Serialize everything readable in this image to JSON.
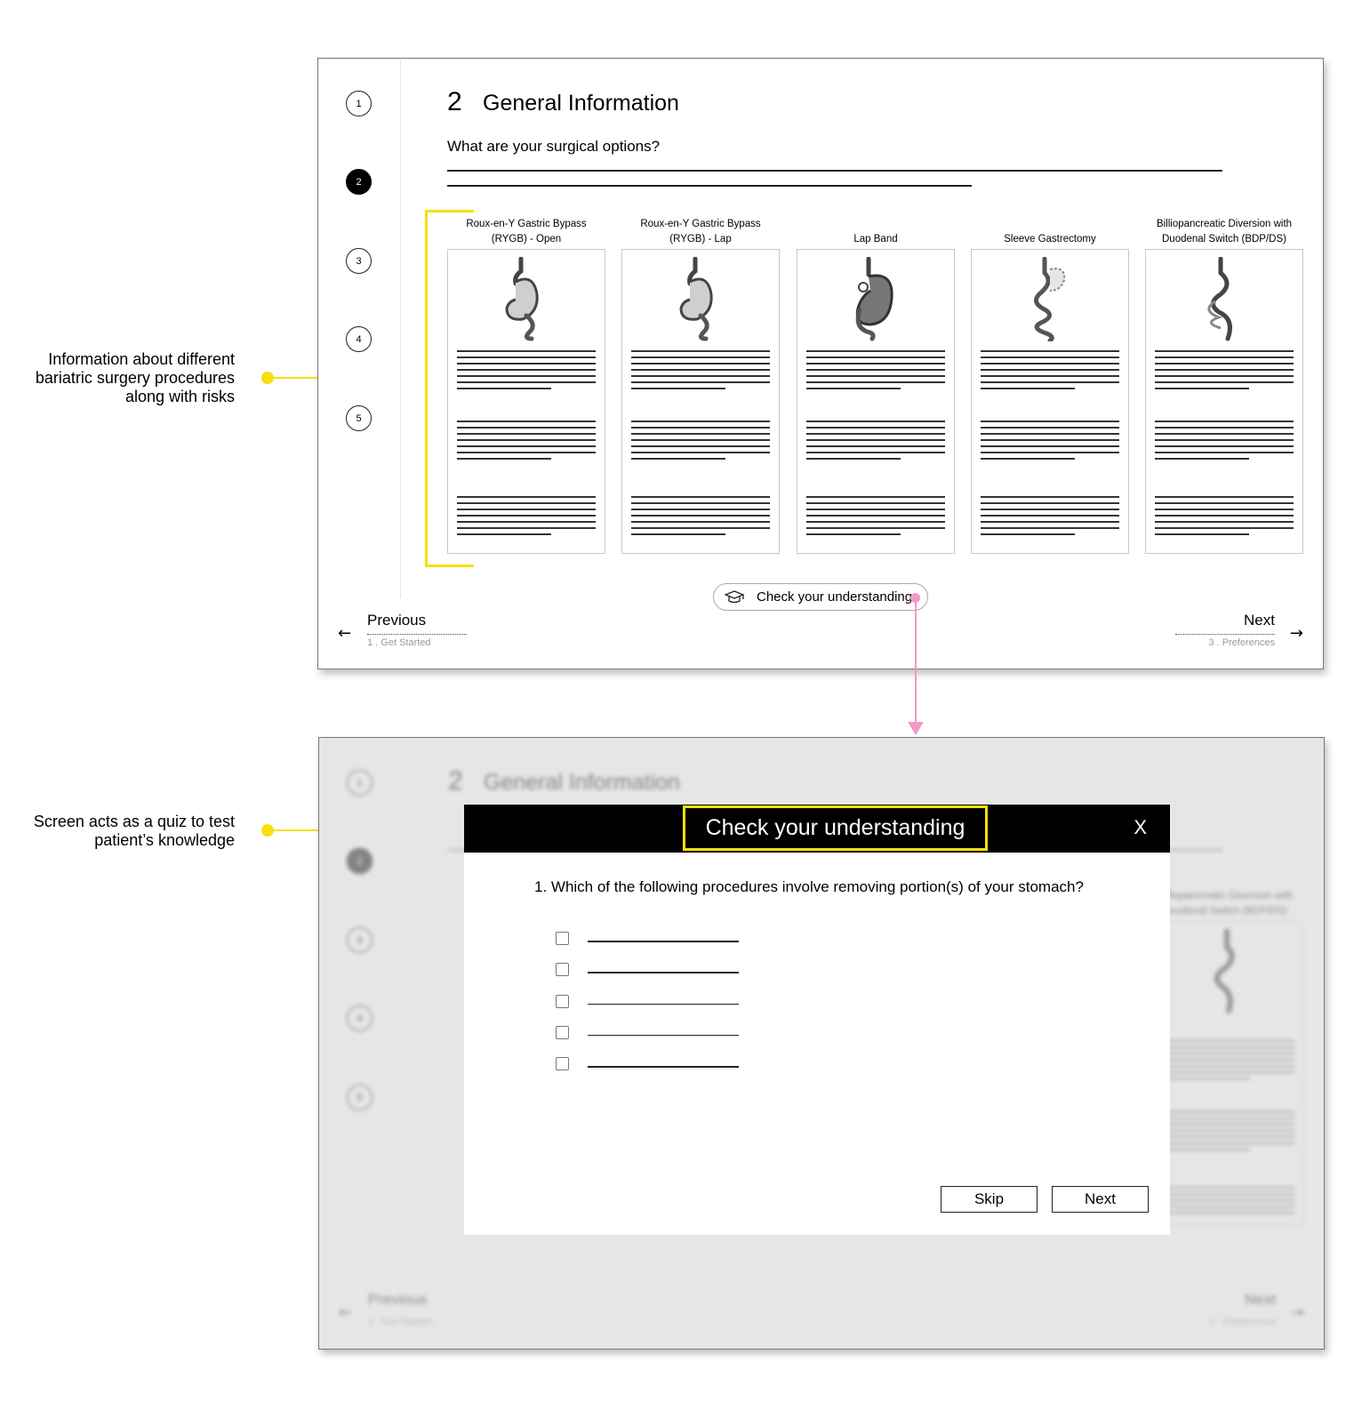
{
  "annotations": [
    {
      "text": "Information about different bariatric surgery procedures along with risks"
    },
    {
      "text": "Screen acts as a quiz to test patient’s knowledge"
    }
  ],
  "colors": {
    "annotation_accent": "#f6df0c",
    "flow_arrow": "#f598c8"
  },
  "steps": [
    "1",
    "2",
    "3",
    "4",
    "5"
  ],
  "active_step": "2",
  "section": {
    "number": "2",
    "title": "General Information",
    "question": "What are your surgical options?"
  },
  "procedures": [
    {
      "label": "Roux-en-Y Gastric Bypass (RYGB) - Open",
      "icon": "stomach-bypass-icon"
    },
    {
      "label": "Roux-en-Y Gastric Bypass (RYGB) - Lap",
      "icon": "stomach-bypass-icon"
    },
    {
      "label": "Lap Band",
      "icon": "stomach-band-icon"
    },
    {
      "label": "Sleeve Gastrectomy",
      "icon": "stomach-sleeve-icon"
    },
    {
      "label": "Billiopancreatic Diversion with Duodenal Switch (BDP/DS)",
      "icon": "stomach-diversion-icon"
    }
  ],
  "check_button": {
    "label": "Check your understanding",
    "icon": "graduation-cap-icon"
  },
  "nav": {
    "previous": {
      "label": "Previous",
      "sub": "1 . Get Started"
    },
    "next": {
      "label": "Next",
      "sub": "3 . Preferences"
    }
  },
  "modal": {
    "title": "Check your understanding",
    "close": "X",
    "question": "1. Which of the following procedures involve removing portion(s) of your stomach?",
    "option_count": 5,
    "skip": "Skip",
    "next": "Next"
  }
}
